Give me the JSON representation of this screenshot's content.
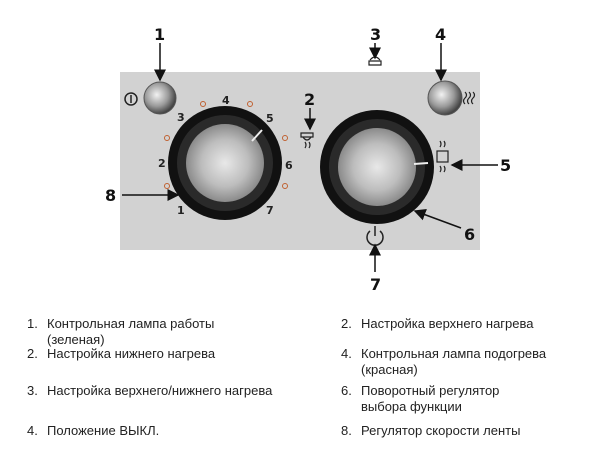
{
  "callouts": [
    "1",
    "2",
    "3",
    "4",
    "5",
    "6",
    "7",
    "8"
  ],
  "dial_numbers": [
    "1",
    "2",
    "3",
    "4",
    "5",
    "6",
    "7"
  ],
  "legend": [
    {
      "num": "1.",
      "text": "Контрольная лампа работы (зеленая)"
    },
    {
      "num": "2.",
      "text": "Настройка верхнего нагрева"
    },
    {
      "num": "2.",
      "text": "Настройка нижнего нагрева"
    },
    {
      "num": "4.",
      "text": "Контрольная лампа подогрева (красная)"
    },
    {
      "num": "3.",
      "text": "Настройка верхнего/нижнего нагрева"
    },
    {
      "num": "6.",
      "text": "Поворотный регулятор выбора функции"
    },
    {
      "num": "4.",
      "text": "Положение ВЫКЛ."
    },
    {
      "num": "8.",
      "text": "Регулятор скорости ленты"
    }
  ],
  "colors": {
    "panel": "#d2d2d2",
    "knob_ring": "#111111",
    "knob_metal": "#c8c8c8"
  }
}
